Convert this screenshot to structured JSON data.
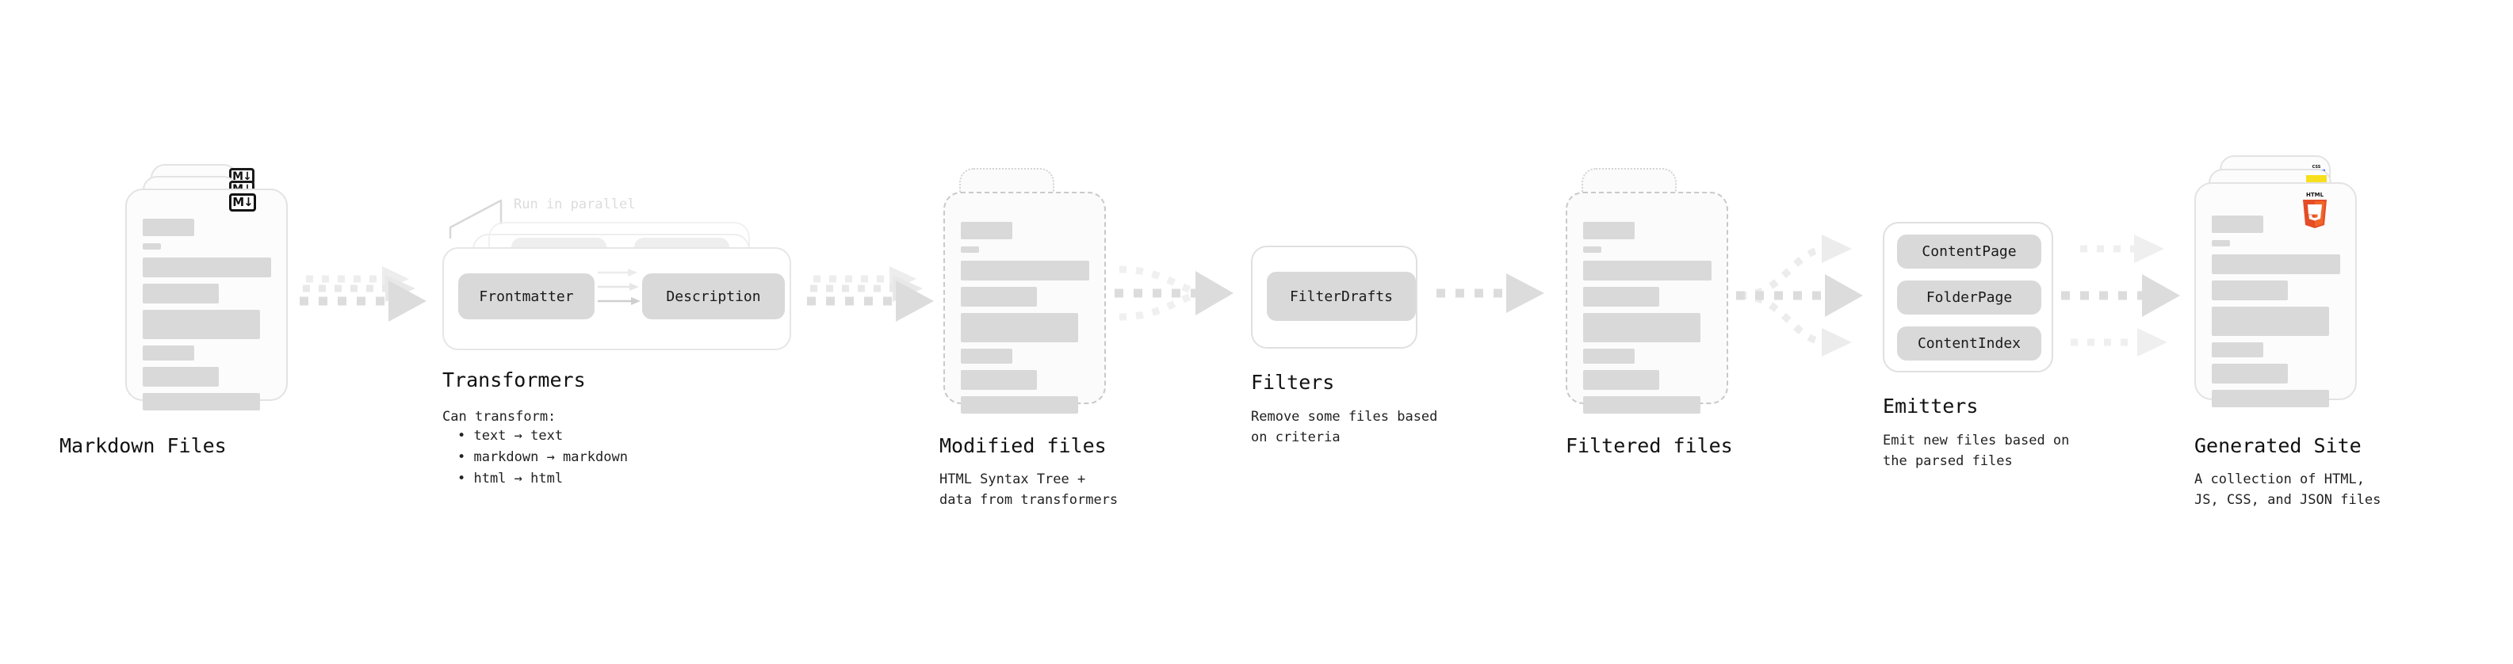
{
  "diagram": {
    "title_font_size": 25,
    "accent_colors": {
      "html5": "#e44d26",
      "html5_dark": "#f16529",
      "js": "#f7df1e",
      "css": "#264de4",
      "bar": "#d9d9d9",
      "pill": "#d9d9d9",
      "arrow": "#d9d9d9",
      "card_border": "#e3e3e3",
      "dashed_border": "#c9c9c9",
      "ghost_text": "#dcdcdc"
    },
    "stages": [
      {
        "id": "markdown-files",
        "title": "Markdown Files",
        "subtitle": "",
        "badge": "M↓",
        "badge_name": "markdown-badge"
      },
      {
        "id": "transformers",
        "title": "Transformers",
        "subtitle": "Can transform:",
        "annotation": "Run in parallel",
        "pills": [
          "Frontmatter",
          "Description"
        ],
        "bullets": [
          "• text → text",
          "• markdown → markdown",
          "• html → html"
        ]
      },
      {
        "id": "modified-files",
        "title": "Modified files",
        "subtitle": "HTML Syntax Tree +\ndata from transformers"
      },
      {
        "id": "filters",
        "title": "Filters",
        "subtitle": "Remove some files based\non criteria",
        "pills": [
          "FilterDrafts"
        ]
      },
      {
        "id": "filtered-files",
        "title": "Filtered files",
        "subtitle": ""
      },
      {
        "id": "emitters",
        "title": "Emitters",
        "subtitle": "Emit new files based on\nthe parsed files",
        "pills": [
          "ContentPage",
          "FolderPage",
          "ContentIndex"
        ]
      },
      {
        "id": "generated-site",
        "title": "Generated Site",
        "subtitle": "A collection of HTML,\nJS, CSS, and JSON files",
        "badges": [
          "HTML5",
          "JS",
          "CSS"
        ]
      }
    ],
    "connectors": [
      {
        "id": "md-to-transformers",
        "kind": "triple-parallel"
      },
      {
        "id": "transformers-to-modified",
        "kind": "triple-parallel"
      },
      {
        "id": "modified-to-filters",
        "kind": "fan-in"
      },
      {
        "id": "filters-to-filtered",
        "kind": "single"
      },
      {
        "id": "filtered-to-emitters",
        "kind": "fan-out"
      },
      {
        "id": "emitters-to-site",
        "kind": "triple-parallel"
      }
    ]
  }
}
